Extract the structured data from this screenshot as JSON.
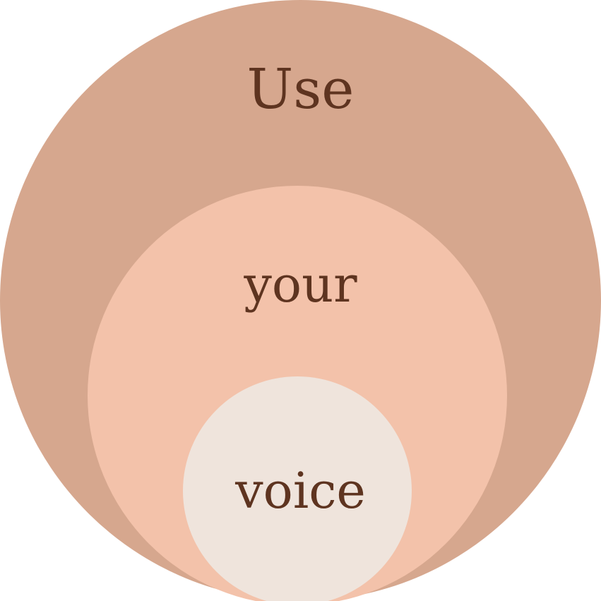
{
  "diagram": {
    "words": [
      "Use",
      "your",
      "voice"
    ],
    "colors": {
      "outer_circle": "#d6a78e",
      "middle_circle": "#f3c2aa",
      "inner_circle": "#efe4dc",
      "text": "#5e3420"
    }
  }
}
